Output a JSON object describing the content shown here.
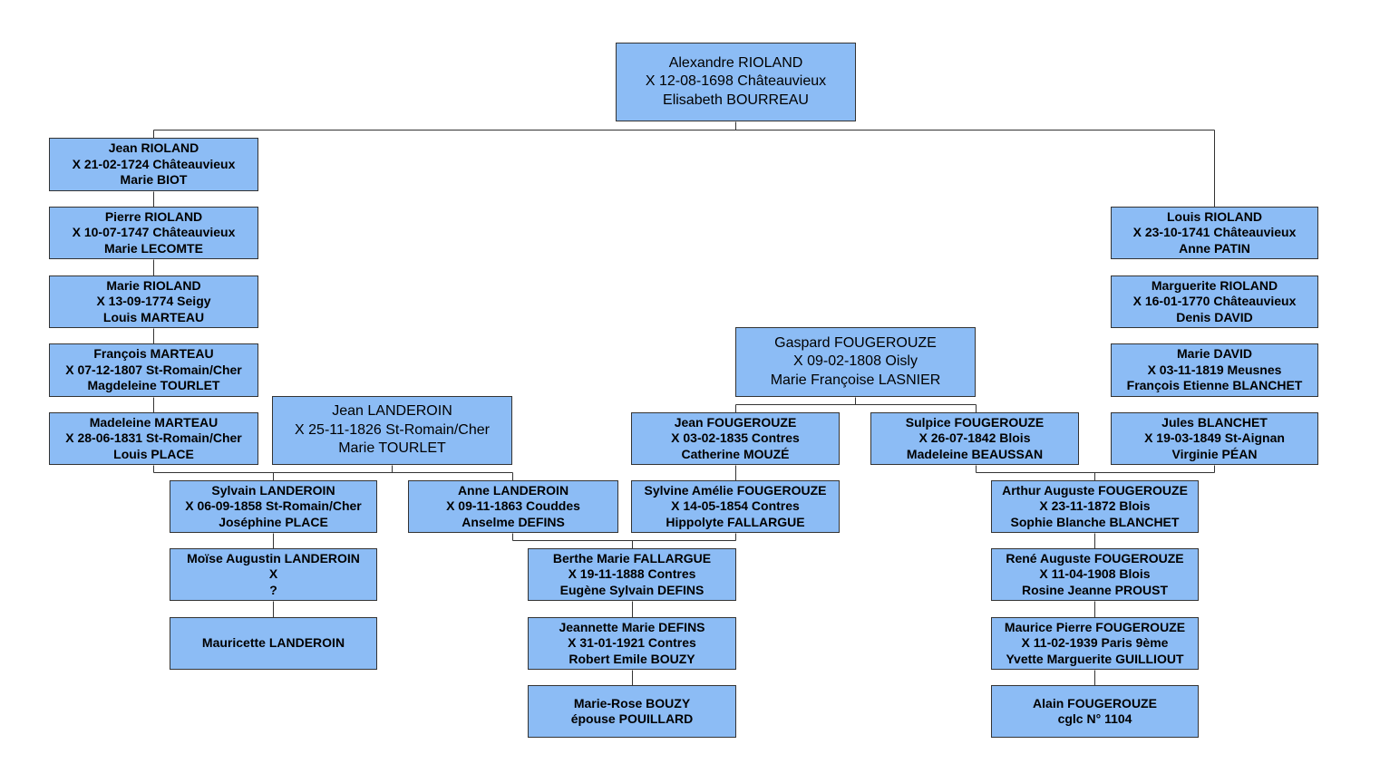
{
  "colors": {
    "box_fill": "#8cbcf5",
    "box_border": "#333333",
    "connector": "#333333"
  },
  "nodes": {
    "alexandre": [
      "Alexandre RIOLAND",
      "X 12-08-1698 Châteauvieux",
      "Elisabeth BOURREAU"
    ],
    "jean_r": [
      "Jean RIOLAND",
      "X 21-02-1724 Châteauvieux",
      "Marie BIOT"
    ],
    "pierre": [
      "Pierre RIOLAND",
      "X 10-07-1747 Châteauvieux",
      "Marie LECOMTE"
    ],
    "marie_r": [
      "Marie RIOLAND",
      "X 13-09-1774 Seigy",
      "Louis MARTEAU"
    ],
    "francois": [
      "François MARTEAU",
      "X 07-12-1807 St-Romain/Cher",
      "Magdeleine TOURLET"
    ],
    "madeleine": [
      "Madeleine MARTEAU",
      "X 28-06-1831 St-Romain/Cher",
      "Louis PLACE"
    ],
    "jean_l": [
      "Jean LANDEROIN",
      "X 25-11-1826 St-Romain/Cher",
      "Marie TOURLET"
    ],
    "sylvain": [
      "Sylvain LANDEROIN",
      "X 06-09-1858 St-Romain/Cher",
      "Joséphine PLACE"
    ],
    "anne": [
      "Anne LANDEROIN",
      "X 09-11-1863 Couddes",
      "Anselme DEFINS"
    ],
    "moise": [
      "Moïse Augustin LANDEROIN",
      "X",
      "?"
    ],
    "mauricette": [
      "Mauricette LANDEROIN"
    ],
    "gaspard": [
      "Gaspard FOUGEROUZE",
      "X 09-02-1808 Oisly",
      "Marie Françoise LASNIER"
    ],
    "jean_f": [
      "Jean FOUGEROUZE",
      "X 03-02-1835 Contres",
      "Catherine MOUZÉ"
    ],
    "sulpice": [
      "Sulpice FOUGEROUZE",
      "X 26-07-1842 Blois",
      "Madeleine BEAUSSAN"
    ],
    "sylvine": [
      "Sylvine Amélie FOUGEROUZE",
      "X 14-05-1854 Contres",
      "Hippolyte FALLARGUE"
    ],
    "berthe": [
      "Berthe Marie FALLARGUE",
      "X 19-11-1888 Contres",
      "Eugène Sylvain DEFINS"
    ],
    "jeannette": [
      "Jeannette Marie DEFINS",
      "X 31-01-1921 Contres",
      "Robert Emile BOUZY"
    ],
    "marierose": [
      "Marie-Rose BOUZY",
      "épouse POUILLARD"
    ],
    "louis": [
      "Louis RIOLAND",
      "X 23-10-1741 Châteauvieux",
      "Anne PATIN"
    ],
    "marguerite": [
      "Marguerite RIOLAND",
      "X 16-01-1770 Châteauvieux",
      "Denis DAVID"
    ],
    "marie_d": [
      "Marie DAVID",
      "X 03-11-1819 Meusnes",
      "François Etienne BLANCHET"
    ],
    "jules": [
      "Jules BLANCHET",
      "X 19-03-1849 St-Aignan",
      "Virginie PÉAN"
    ],
    "arthur": [
      "Arthur Auguste FOUGEROUZE",
      "X 23-11-1872 Blois",
      "Sophie Blanche BLANCHET"
    ],
    "rene": [
      "René Auguste FOUGEROUZE",
      "X 11-04-1908 Blois",
      "Rosine Jeanne PROUST"
    ],
    "maurice": [
      "Maurice Pierre FOUGEROUZE",
      "X 11-02-1939 Paris 9ème",
      "Yvette Marguerite GUILLIOUT"
    ],
    "alain": [
      "Alain FOUGEROUZE",
      "cglc N° 1104"
    ]
  }
}
